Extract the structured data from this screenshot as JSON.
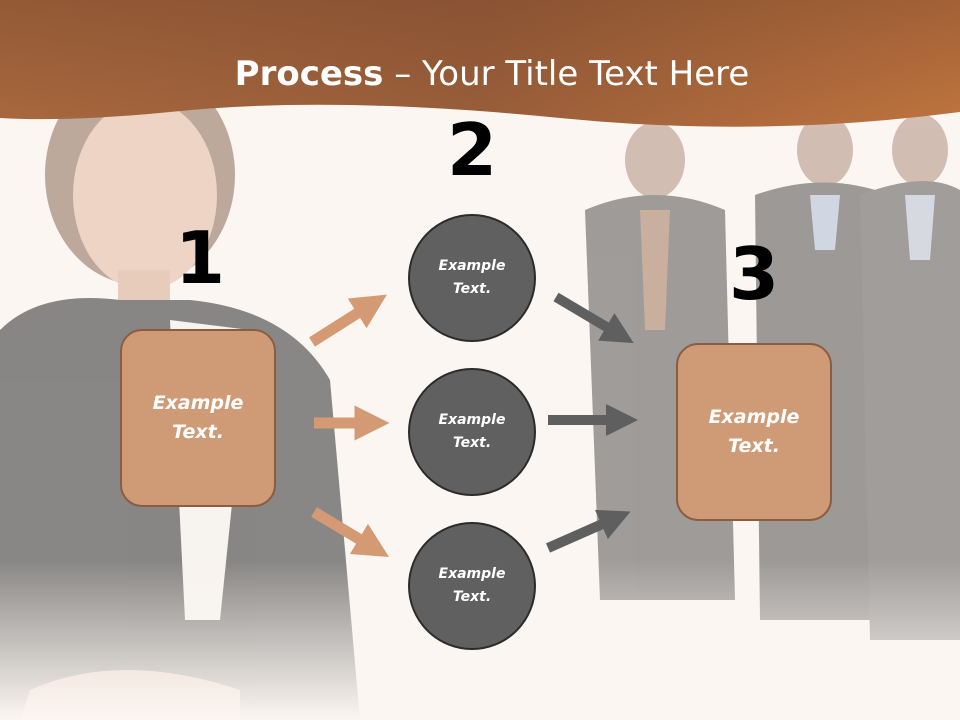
{
  "title": {
    "bold": "Process",
    "dash": " – ",
    "rest": "Your Title Text Here"
  },
  "steps": {
    "one": "1",
    "two": "2",
    "three": "3"
  },
  "left_box": {
    "text": "Example Text."
  },
  "circles": [
    {
      "text": "Example Text."
    },
    {
      "text": "Example Text."
    },
    {
      "text": "Example Text."
    }
  ],
  "right_box": {
    "text": "Example Text."
  },
  "colors": {
    "header": "#b8683a",
    "box_fill": "#cf9a76",
    "box_border": "#8a5c40",
    "circle_fill": "#606060",
    "arrow_left": "#d49a74",
    "arrow_right": "#5f5f5f"
  },
  "icons": {
    "photo": "businesspeople-photo"
  }
}
